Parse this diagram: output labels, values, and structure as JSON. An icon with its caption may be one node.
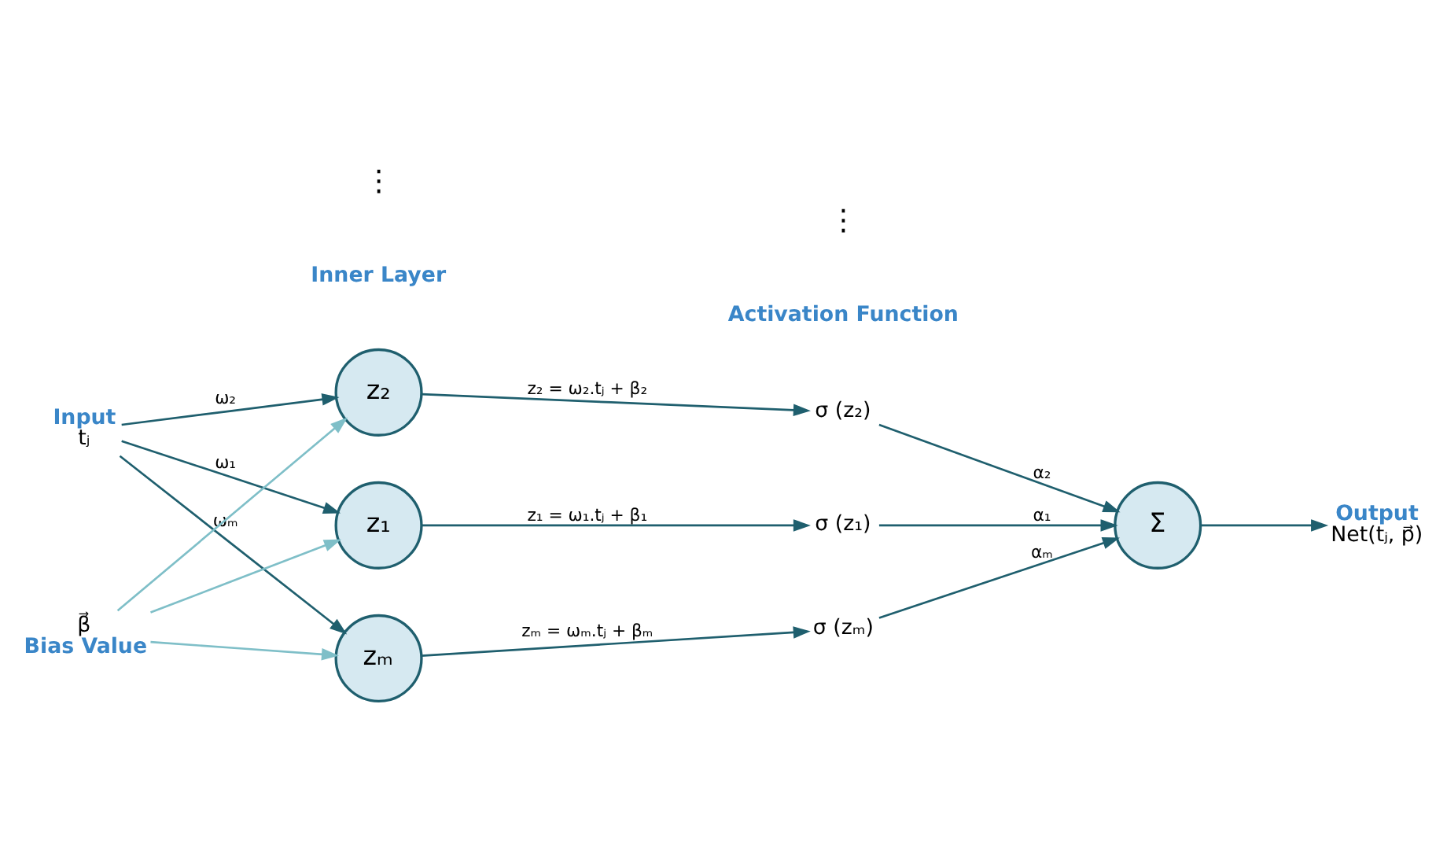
{
  "diagram": {
    "nodes": [
      {
        "text": [
          "Input",
          "tⱼ"
        ]
      },
      {
        "text": [
          "β⃗",
          "Bias Value"
        ]
      },
      {
        "text": [
          "z₁"
        ]
      },
      {
        "text": [
          "z₂"
        ]
      },
      {
        "text": [
          "zₘ"
        ]
      },
      {
        "text": [
          "σ (z₁)"
        ]
      },
      {
        "text": [
          "σ (z₂)"
        ]
      },
      {
        "text": [
          "σ (zₘ)"
        ]
      },
      {
        "text": [
          "Σ"
        ]
      },
      {
        "text": [
          "Output",
          "Net(tⱼ, p⃗)"
        ]
      }
    ],
    "edges": [
      {
        "from": 0,
        "to": 2,
        "arrow": "to",
        "label": "ω₁"
      },
      {
        "from": 0,
        "to": 3,
        "arrow": "to",
        "label": "ω₂"
      },
      {
        "from": 0,
        "to": 4,
        "arrow": "to",
        "label": "ωₘ"
      },
      {
        "from": 1,
        "to": 2,
        "arrow": "to",
        "color": "#7fbfc8"
      },
      {
        "from": 1,
        "to": 3,
        "arrow": "to",
        "color": "#7fbfc8"
      },
      {
        "from": 1,
        "to": 4,
        "arrow": "to",
        "color": "#7fbfc8"
      },
      {
        "from": 2,
        "to": 5,
        "arrow": "to",
        "label": "z₁ = ω₁.tⱼ + β₁"
      },
      {
        "from": 3,
        "to": 6,
        "arrow": "to",
        "label": "z₂ = ω₂.tⱼ + β₂"
      },
      {
        "from": 4,
        "to": 7,
        "arrow": "to",
        "label": "zₘ = ωₘ.tⱼ + βₘ"
      },
      {
        "from": 5,
        "to": 8,
        "arrow": "to",
        "label": "α₁"
      },
      {
        "from": 6,
        "to": 8,
        "arrow": "to",
        "label": "α₂"
      },
      {
        "from": 7,
        "to": 8,
        "arrow": "to",
        "label": "αₘ"
      },
      {
        "from": 8,
        "to": 9,
        "arrow": "to"
      }
    ],
    "labels": [
      "Inner Layer",
      "Activation Function",
      "⋮",
      "⋮"
    ]
  }
}
